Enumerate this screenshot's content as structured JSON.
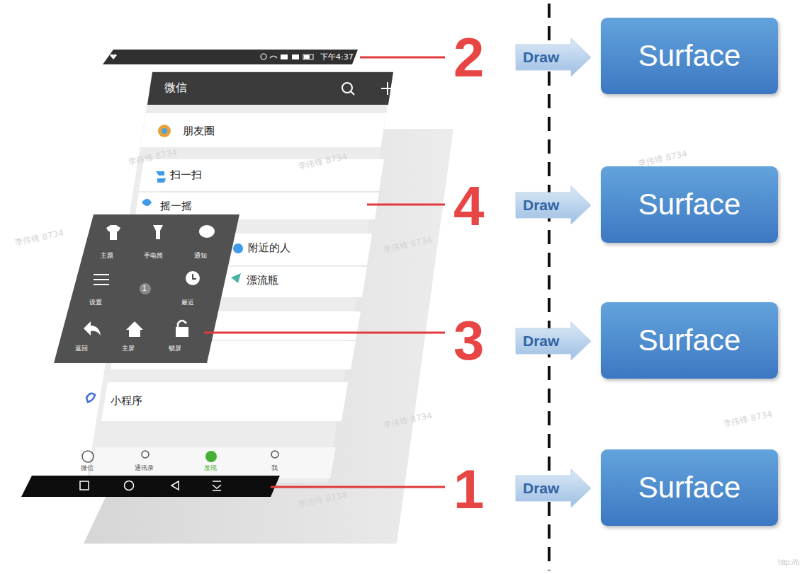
{
  "diagram": {
    "nodes": [
      {
        "text": [
          "Surface"
        ]
      },
      {
        "text": [
          "Surface"
        ]
      },
      {
        "text": [
          "Surface"
        ]
      },
      {
        "text": [
          "Surface"
        ]
      }
    ],
    "labels": [
      "2",
      "4",
      "3",
      "1",
      "Draw",
      "Draw",
      "Draw",
      "Draw",
      "下午4:37",
      "微信",
      "朋友圈",
      "扫一扫",
      "摇一摇",
      "附近的人",
      "漂流瓶",
      "主题",
      "手电筒",
      "通知",
      "设置",
      "1",
      "最近",
      "返回",
      "主屏",
      "锁屏",
      "小程序",
      "微信",
      "通讯录",
      "发现",
      "我",
      "李伟锋 8734",
      "李伟锋 8734",
      "李伟锋 8734",
      "李伟锋 8734",
      "李伟锋 8734",
      "李伟锋 8734",
      "李伟锋 8734",
      "李伟锋 8734",
      "http://b"
    ]
  }
}
